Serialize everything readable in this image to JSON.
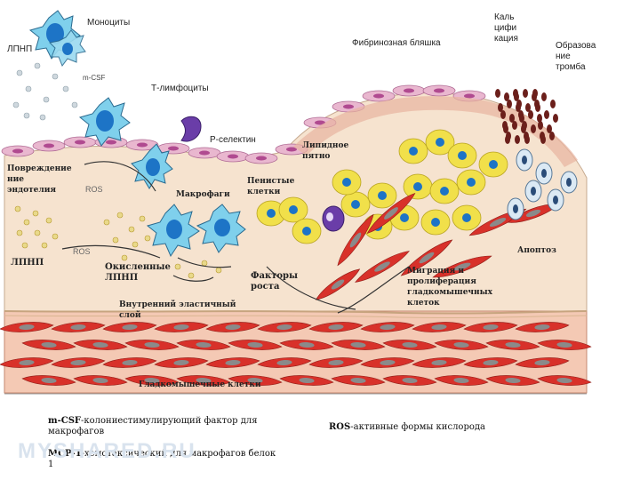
{
  "labels": {
    "monocytes": "Моноциты",
    "ldl_top": "ЛПНП",
    "mcsf_tag": "m-CSF",
    "fibrous_cap": "Фибринозная бляшка",
    "calcification": "Каль\nцифи\nкация",
    "thrombus": "Образова\nние\nтромба",
    "t_lymphocytes": "Т-лимфоциты",
    "p_selectin": "Р-селектин",
    "lipid_spot": "Липидное\nпятно",
    "endothelial_damage": "Повреждение\nние\nэндотелия",
    "ros": "ROS",
    "foam_cells": "Пенистые\nклетки",
    "macrophages": "Макрофаги",
    "ldl_mid": "ЛПНП",
    "ros_mid": "ROS",
    "oxidized_ldl": "Окисленные\nЛПНП",
    "growth_factors": "Факторы\nроста",
    "apoptosis": "Апоптоз",
    "migration": "Миграция и\nпролиферация\nгладкомышечных\nклеток",
    "elastic_layer": "Внутренний эластичный\nслой",
    "smooth_muscle": "Гладкомышечные клетки"
  },
  "legend": {
    "mcsf_abbr": "m-CSF",
    "mcsf_text": "-колониестимулирующий фактор для макрофагов",
    "ros_abbr": "ROS",
    "ros_text": "-активные формы кислорода",
    "mcp_abbr": "МСР-1",
    "mcp_text": "-хемотаксический для макрофагов белок 1"
  },
  "watermark": "MYSHARED.RU",
  "colors": {
    "endothelium": "#e9b7cf",
    "intima": "#f6e3cf",
    "media": "#f4c9b4",
    "smooth_muscle": "#d8312a",
    "foam_cell": "#f1e04a",
    "macrophage": "#6fc3e8",
    "thrombus": "#6b1f1b",
    "nucleus": "#1d74c6"
  },
  "icons": [
    "monocyte-icon",
    "ldl-particle-icon",
    "t-lymphocyte-icon",
    "macrophage-icon",
    "foam-cell-icon",
    "smooth-muscle-cell-icon",
    "thrombus-icon",
    "arrow-icon"
  ]
}
